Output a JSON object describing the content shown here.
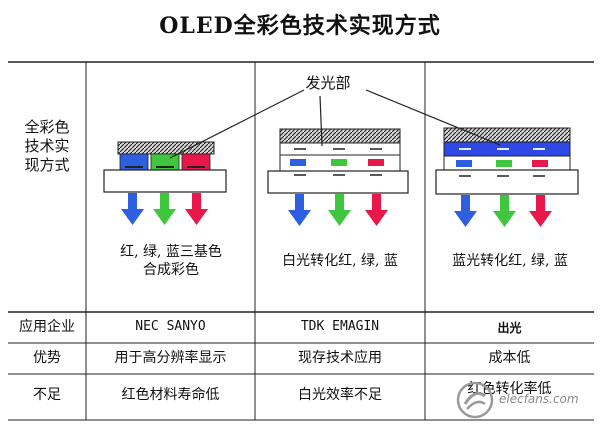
{
  "title": "OLED全彩色技术实现方式",
  "row_header": "全彩色技术实现方式",
  "callout": "发光部",
  "methods": [
    {
      "caption_line1": "红, 绿, 蓝三基色",
      "caption_line2": "合成彩色"
    },
    {
      "caption_line1": "白光转化红, 绿, 蓝",
      "caption_line2": ""
    },
    {
      "caption_line1": "蓝光转化红, 绿, 蓝",
      "caption_line2": ""
    }
  ],
  "table": {
    "rows": [
      {
        "label": "应用企业",
        "cells": [
          "NEC SANYO",
          "TDK EMAGIN",
          "出光"
        ]
      },
      {
        "label": "优势",
        "cells": [
          "用于高分辨率显示",
          "现存技术应用",
          "成本低"
        ]
      },
      {
        "label": "不足",
        "cells": [
          "红色材料寿命低",
          "白光效率不足",
          "红色转化率低"
        ]
      }
    ]
  },
  "watermark": "elecfans.com",
  "colors": {
    "red": "#e8194a",
    "green": "#3fc63f",
    "blue": "#2d5fe0",
    "blue_layer": "#2f49e6"
  }
}
